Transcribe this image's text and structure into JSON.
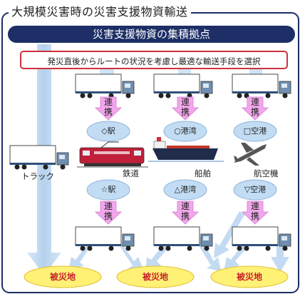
{
  "title": "大規模災害時の災害支援物資輸送",
  "hub_label": "災害支援物資の集積拠点",
  "instruction": "発災直後からルートの状況を考慮し最適な輸送手段を選択",
  "link_label": "連携",
  "modes": [
    {
      "vehicle": "鉄道",
      "origin": "◇駅",
      "destination": "☆駅"
    },
    {
      "vehicle": "船舶",
      "origin": "○港湾",
      "destination": "△港湾"
    },
    {
      "vehicle": "航空機",
      "origin": "□空港",
      "destination": "▽空港"
    }
  ],
  "truck_label": "トラック",
  "disaster_area_label": "被災地",
  "colors": {
    "hub": "#1d2f66",
    "frame": "#1d2f66",
    "ellipse_blue": "#c2dcf4",
    "ellipse_yellow": "#fff176",
    "arrow_pink": "#f2a6ec",
    "highlight_red": "#d0303c"
  }
}
